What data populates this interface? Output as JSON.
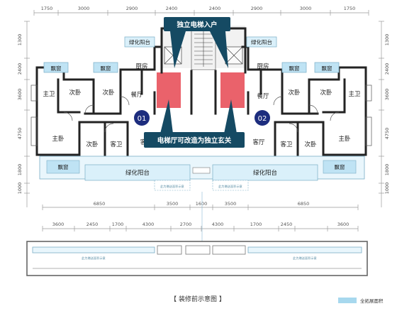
{
  "callouts": {
    "top": "独立电梯入户",
    "mid": "电梯厅可改造为独立玄关"
  },
  "units": {
    "left": "01",
    "right": "02"
  },
  "rooms": {
    "green_balcony": "绿化阳台",
    "bay_window": "飘窗",
    "kitchen": "厨房",
    "dining": "餐厅",
    "master_bed": "主卧",
    "second_bed": "次卧",
    "guest_bath": "客卫",
    "master_bath": "主卫",
    "living_partial": "客",
    "living": "客厅"
  },
  "notes": {
    "balcony_tag": "此为赠送面积示意"
  },
  "dimensions": {
    "top": [
      "1750",
      "3000",
      "2900",
      "2400",
      "2400",
      "2900",
      "3000",
      "1750"
    ],
    "left": [
      "1300",
      "2400",
      "3600",
      "4750",
      "1800",
      "1000"
    ],
    "right": [
      "1300",
      "2400",
      "3600",
      "4750",
      "1800",
      "1000"
    ],
    "mid": [
      "6850",
      "3500",
      "1600",
      "3500",
      "6850"
    ],
    "bottom": [
      "3600",
      "2450",
      "1700",
      "4300",
      "2700",
      "4300",
      "1700",
      "2450",
      "3600"
    ]
  },
  "footer": {
    "caption": "【 装修前示意图 】",
    "legend": "全拓展面积"
  },
  "colors": {
    "wall": "#232323",
    "callout": "#154a63",
    "highlight": "#e8555e",
    "glazing": "#bfe3f4",
    "bay_tag": "#a7d8ee",
    "unit_badge": "#1d2d7e",
    "label_bg": "#daf0fa"
  }
}
